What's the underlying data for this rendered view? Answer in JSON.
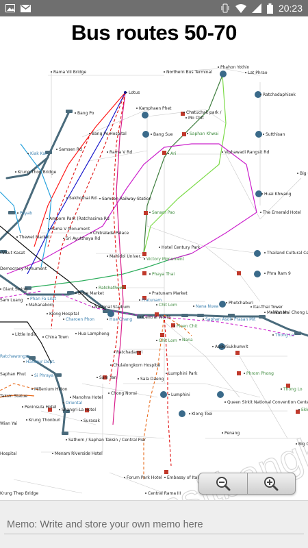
{
  "status_bar": {
    "time": "20:23",
    "left_icons": [
      "image-icon",
      "gmail-icon"
    ],
    "right_icons": [
      "vibrate-icon",
      "wifi-icon",
      "signal-icon",
      "battery-icon"
    ]
  },
  "header": {
    "title": "Bus routes 50-70"
  },
  "map": {
    "watermark": "transitbangkok",
    "labels": [
      {
        "id": "rama7",
        "text": "Rama VII Bridge"
      },
      {
        "id": "northern_bus",
        "text": "Northern Bus Terminal"
      },
      {
        "id": "phahon",
        "text": "Phahon Yothin"
      },
      {
        "id": "lat_phrao",
        "text": "Lat Phrao"
      },
      {
        "id": "lotus",
        "text": "Lotus"
      },
      {
        "id": "ratchadaphisek",
        "text": "Ratchadaphisek"
      },
      {
        "id": "kamphaen",
        "text": "Kamphaen Phet"
      },
      {
        "id": "chatuchak",
        "text": "Chatuchak park /"
      },
      {
        "id": "mochit",
        "text": "Mo Chit"
      },
      {
        "id": "sutthisan",
        "text": "Sutthisan"
      },
      {
        "id": "bangpo",
        "text": "Bang Po"
      },
      {
        "id": "bangpo_hosp",
        "text": "Bang Po Hospital"
      },
      {
        "id": "bangsue",
        "text": "Bang Sue"
      },
      {
        "id": "saphan_khwai",
        "text": "Saphan Khwai"
      },
      {
        "id": "samsen",
        "text": "Samsen Rd"
      },
      {
        "id": "rama5",
        "text": "Rama V Rd"
      },
      {
        "id": "ari",
        "text": "Ari"
      },
      {
        "id": "viphawadi",
        "text": "Viphawadi Rangsit Rd"
      },
      {
        "id": "kiak",
        "text": "Kiak Kai"
      },
      {
        "id": "krungthon",
        "text": "Krung Thon Bridge"
      },
      {
        "id": "bigc1",
        "text": "Big C"
      },
      {
        "id": "huai",
        "text": "Huai Khwang"
      },
      {
        "id": "sukhothai",
        "text": "Sukhothai Rd"
      },
      {
        "id": "samsen_rail",
        "text": "Samsen Railway Station"
      },
      {
        "id": "sanampao",
        "text": "Sanam Pao"
      },
      {
        "id": "emerald",
        "text": "The Emerald Hotel"
      },
      {
        "id": "payab",
        "text": "Payab"
      },
      {
        "id": "ampon",
        "text": "Amporn Park (Ratchasima Rd"
      },
      {
        "id": "rama5mon",
        "text": "Rama V Monument"
      },
      {
        "id": "thewet",
        "text": "Thewet Market"
      },
      {
        "id": "chitralada",
        "text": "Chitralada Palace"
      },
      {
        "id": "sri_ayutthaya",
        "text": "Sri Ayutthaya Rd"
      },
      {
        "id": "century",
        "text": "Hotel Century Park"
      },
      {
        "id": "thai_cultural",
        "text": "Thailand Cultural Center"
      },
      {
        "id": "visut",
        "text": "Visut Kasat"
      },
      {
        "id": "mahidol",
        "text": "Mahidol Univer..."
      },
      {
        "id": "victory",
        "text": "Victory Monument"
      },
      {
        "id": "democracy",
        "text": "Democracy Monument"
      },
      {
        "id": "phaya",
        "text": "Phaya Thai"
      },
      {
        "id": "phra_ram9",
        "text": "Phra Ram 9"
      },
      {
        "id": "ratchathewi",
        "text": "Ratchathewi"
      },
      {
        "id": "giant",
        "text": "Giant Swing"
      },
      {
        "id": "pratunam_mk",
        "text": "Pratunam Market"
      },
      {
        "id": "bobe",
        "text": "Bobe Market"
      },
      {
        "id": "pratunam",
        "text": "Pratunam"
      },
      {
        "id": "national",
        "text": "National Stadium"
      },
      {
        "id": "chit_lom_t",
        "text": "Chit Lom"
      },
      {
        "id": "nana_nuea",
        "text": "Nana Nuea"
      },
      {
        "id": "phetchaburi",
        "text": "Phetchaburi"
      },
      {
        "id": "itai",
        "text": "Itai-Thai Tower"
      },
      {
        "id": "makkasan",
        "text": "Makkasan"
      },
      {
        "id": "panfa",
        "text": "Phan Fa Lilat"
      },
      {
        "id": "mahanakorn",
        "text": "Mahanakorn"
      },
      {
        "id": "sam_luang",
        "text": "Sam Luang"
      },
      {
        "id": "klong_hosp",
        "text": "Klong Hospital"
      },
      {
        "id": "charoen",
        "text": "Charoen Phon"
      },
      {
        "id": "hua_chang",
        "text": "Hua Chang"
      },
      {
        "id": "central_world",
        "text": "Central World"
      },
      {
        "id": "ploen_chit",
        "text": "Ploen Chit"
      },
      {
        "id": "saphan_asok",
        "text": "Saphan Asok"
      },
      {
        "id": "prasan_mit",
        "text": "Prasan Mit"
      },
      {
        "id": "wat_mai",
        "text": "Wat Mai Chong Lo"
      },
      {
        "id": "little_india",
        "text": "Little India"
      },
      {
        "id": "china_town",
        "text": "China Town"
      },
      {
        "id": "hua_lamphong",
        "text": "Hua Lamphong"
      },
      {
        "id": "chit_lom_b",
        "text": "Chit Lom"
      },
      {
        "id": "nana",
        "text": "Nana"
      },
      {
        "id": "thong_lo",
        "text": "Thong Lo"
      },
      {
        "id": "asok",
        "text": "Asok/Sukhumvit"
      },
      {
        "id": "ratchadamri",
        "text": "Ratchadamri"
      },
      {
        "id": "chula",
        "text": "Chulalongkorn Hospital"
      },
      {
        "id": "lumphini_park",
        "text": "Lumphini Park"
      },
      {
        "id": "sala_daeng",
        "text": "Sala Daeng"
      },
      {
        "id": "ratcha_wong",
        "text": "Ratchawongse"
      },
      {
        "id": "harbour",
        "text": "Harbour Dept."
      },
      {
        "id": "saphan_phut",
        "text": "Saphan Phut"
      },
      {
        "id": "si_phraya",
        "text": "Si Phraya"
      },
      {
        "id": "sam_yan",
        "text": "Sam Yan"
      },
      {
        "id": "phrom_phong",
        "text": "Phrom Phong"
      },
      {
        "id": "millenium",
        "text": "Millenium Hilton"
      },
      {
        "id": "chong_nonsi",
        "text": "Chong Nonsi"
      },
      {
        "id": "lumphini",
        "text": "Lumphini"
      },
      {
        "id": "thong_lo2",
        "text": "Thong Lo"
      },
      {
        "id": "taksin_statue",
        "text": "Taksin Statue"
      },
      {
        "id": "manohra",
        "text": "Manohra Hotel"
      },
      {
        "id": "oriental",
        "text": "Oriental"
      },
      {
        "id": "qs_sirikit",
        "text": "Queen Sirkit National Convention Center"
      },
      {
        "id": "ekkamai",
        "text": "Ekkamai"
      },
      {
        "id": "peninsula",
        "text": "Peninsula Hotel"
      },
      {
        "id": "shangri",
        "text": "Shangri-La Hotel"
      },
      {
        "id": "krung_thonburi",
        "text": "Krung Thonburi"
      },
      {
        "id": "surasak",
        "text": "Surasak"
      },
      {
        "id": "klong_toei",
        "text": "Klong Toei"
      },
      {
        "id": "wian_yai",
        "text": "Wian Yai"
      },
      {
        "id": "sathorn",
        "text": "Sathorn / Saphan Taksin / Central Pier"
      },
      {
        "id": "penang",
        "text": "Penang"
      },
      {
        "id": "bigc2",
        "text": "Big C"
      },
      {
        "id": "hospital",
        "text": "Hospital"
      },
      {
        "id": "menam",
        "text": "Menam Riverside Hotel"
      },
      {
        "id": "forum",
        "text": "Forum Park Hotel"
      },
      {
        "id": "embassy",
        "text": "Embassy of Italy"
      },
      {
        "id": "krung_thep",
        "text": "Krung Thep Bridge"
      },
      {
        "id": "central_rama3",
        "text": "Central Rama III"
      }
    ]
  },
  "zoom": {
    "out_label": "zoom out",
    "in_label": "zoom in"
  },
  "memo": {
    "placeholder": "Memo: Write and store your own memo here",
    "value": ""
  }
}
